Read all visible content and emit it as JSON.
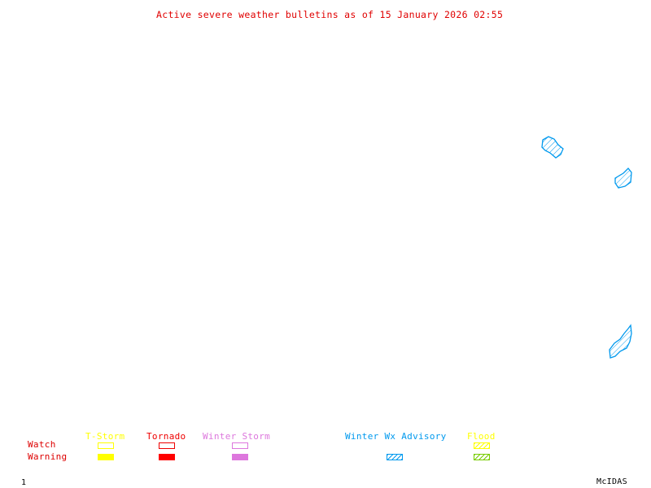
{
  "header": {
    "title": "Active severe weather bulletins as of 15 January 2026 02:55"
  },
  "legend": {
    "row_labels": {
      "watch": "Watch",
      "warning": "Warning"
    },
    "row_label_color": "#dd0000",
    "categories": [
      {
        "name": "T-Storm",
        "color": "#ffff00",
        "watch_style": "outline",
        "warning_style": "solid"
      },
      {
        "name": "Tornado",
        "color": "#ee0000",
        "watch_style": "outline",
        "warning_style": "solid"
      },
      {
        "name": "Winter Storm",
        "color": "#dd77dd",
        "watch_style": "outline",
        "warning_style": "solid"
      },
      {
        "name": "Winter Wx Advisory",
        "color": "#0099ee",
        "watch_style": "none",
        "warning_style": "hatched"
      },
      {
        "name": "Flood",
        "color": "#ffff00",
        "watch_style": "hatched",
        "warning_style": "hatched",
        "warning_color": "#77cc00"
      }
    ]
  },
  "map": {
    "active_areas": [
      {
        "type": "Winter Wx Advisory",
        "color": "#0099ee"
      },
      {
        "type": "Winter Wx Advisory",
        "color": "#0099ee"
      },
      {
        "type": "Winter Wx Advisory",
        "color": "#0099ee"
      }
    ]
  },
  "footer": {
    "frame_number": "1",
    "brand": "McIDAS"
  }
}
